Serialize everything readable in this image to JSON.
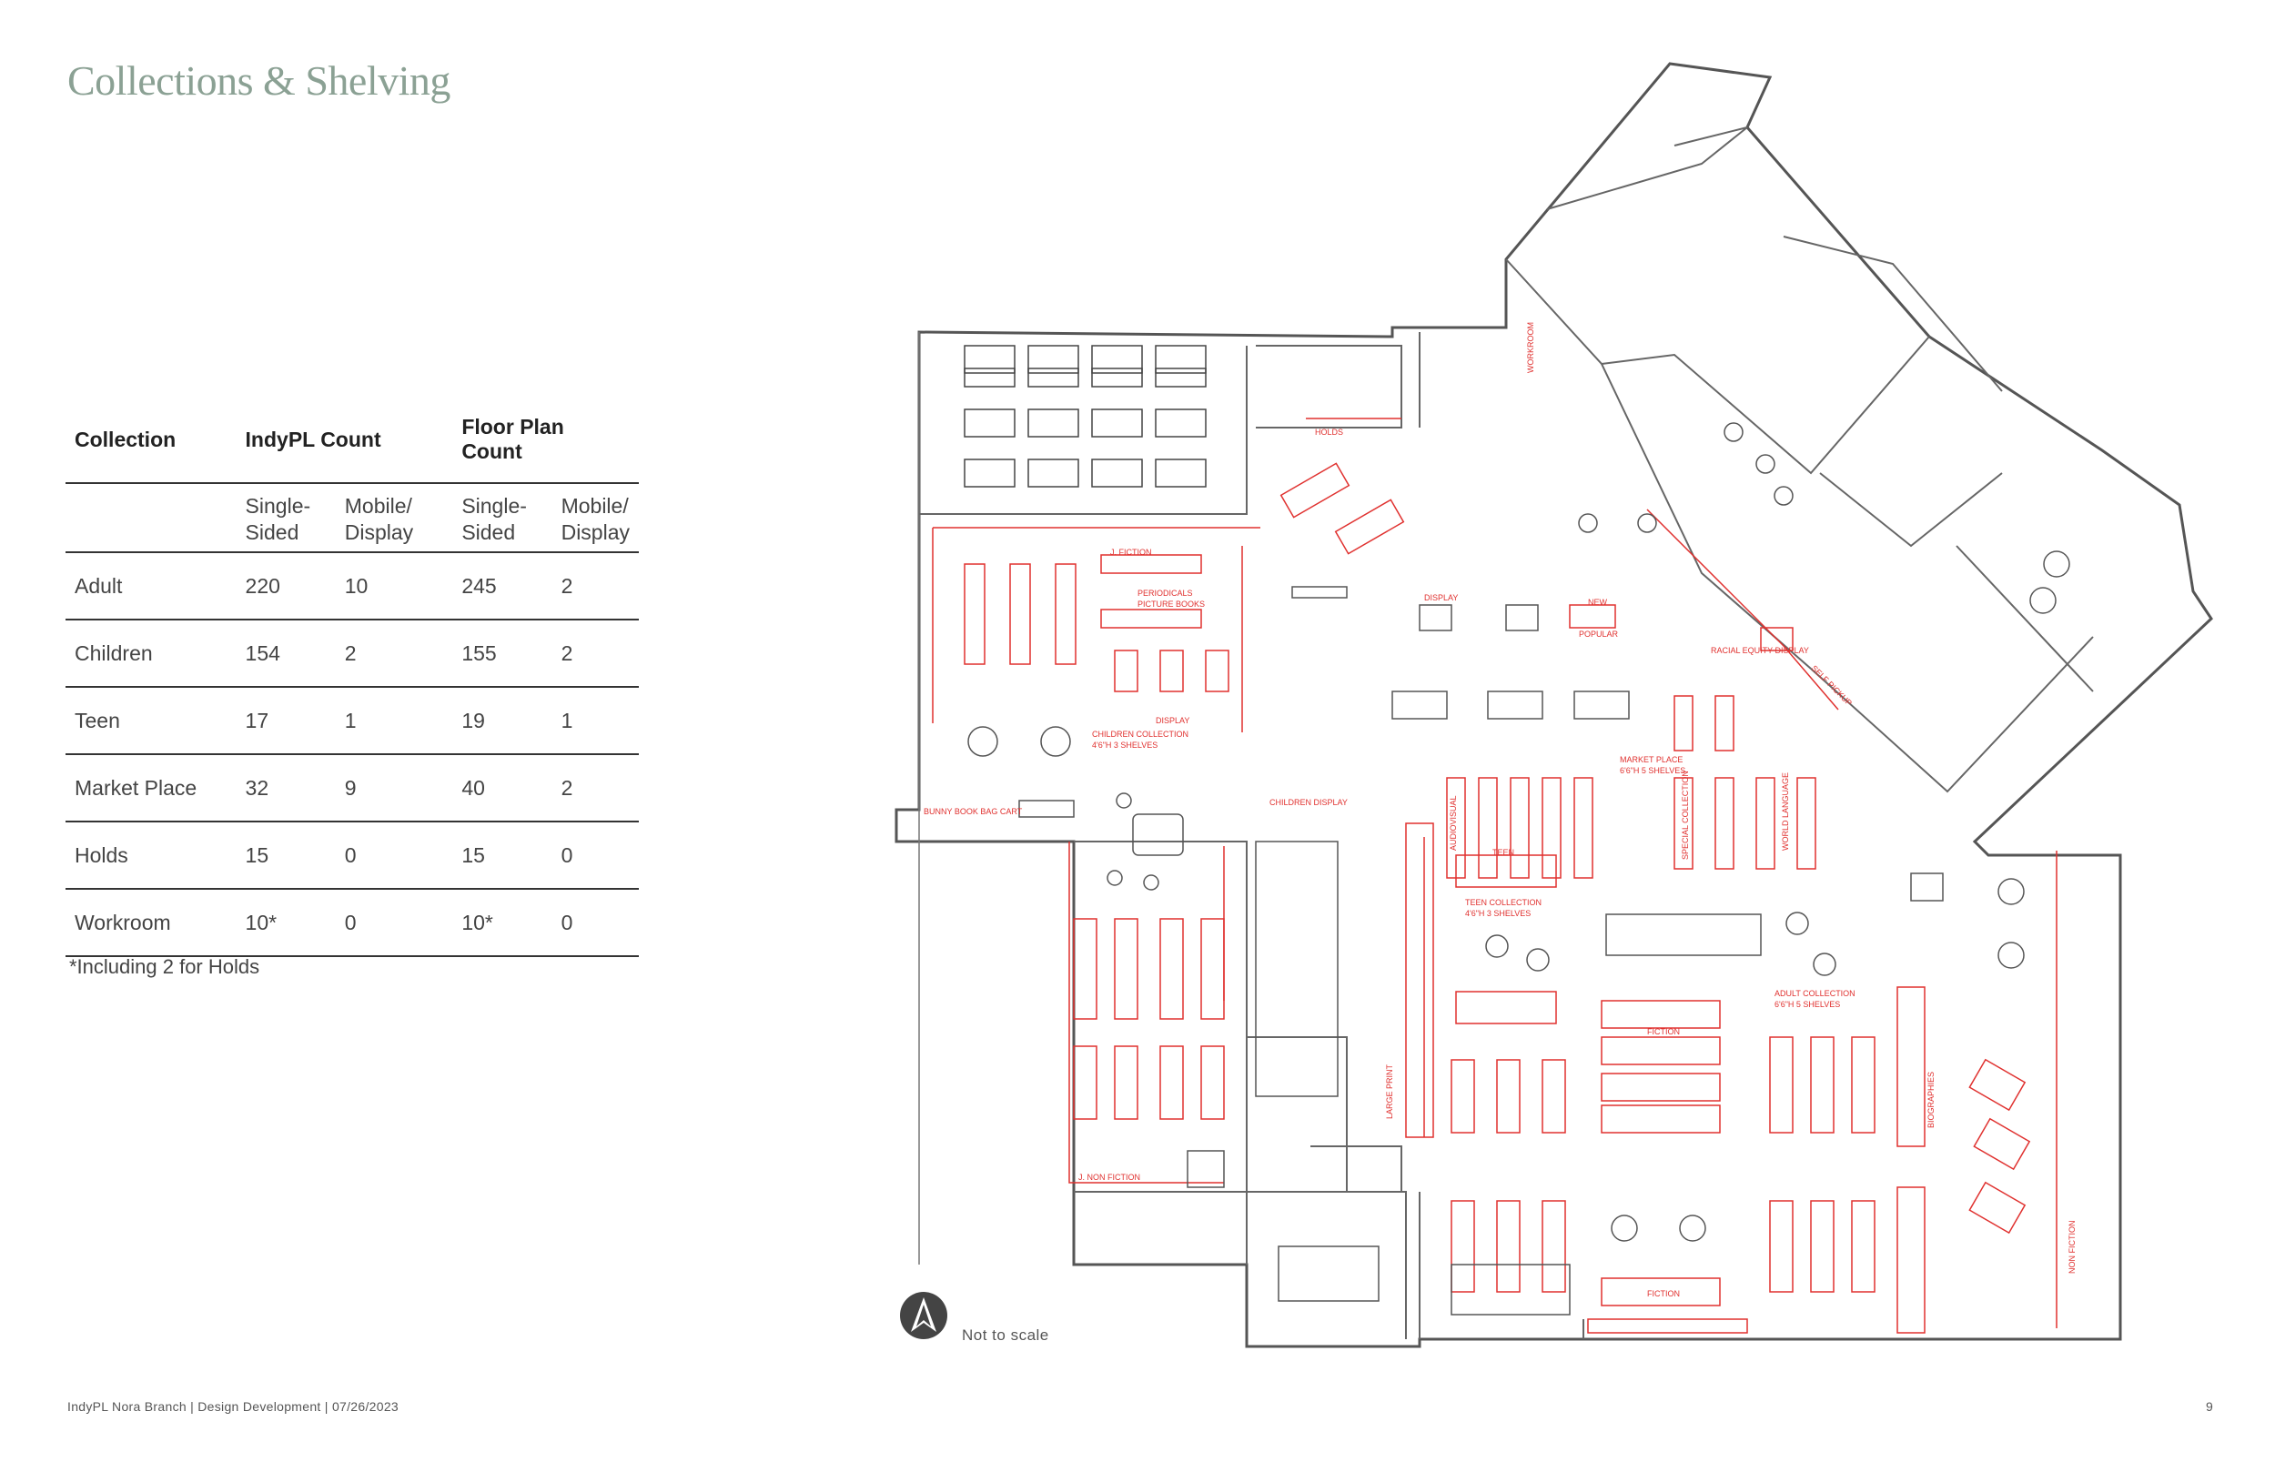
{
  "page": {
    "title": "Collections & Shelving",
    "footer": "IndyPL Nora Branch  |  Design Development  |  07/26/2023",
    "page_number": "9"
  },
  "table": {
    "headers": {
      "collection": "Collection",
      "indypl": "IndyPL Count",
      "floorplan": "Floor Plan Count"
    },
    "subheaders": {
      "single": "Single-\nSided",
      "mobile": "Mobile/\nDisplay"
    },
    "rows": [
      {
        "name": "Adult",
        "indy_single": "220",
        "indy_mobile": "10",
        "floor_single": "245",
        "floor_mobile": "2"
      },
      {
        "name": "Children",
        "indy_single": "154",
        "indy_mobile": "2",
        "floor_single": "155",
        "floor_mobile": "2"
      },
      {
        "name": "Teen",
        "indy_single": "17",
        "indy_mobile": "1",
        "floor_single": "19",
        "floor_mobile": "1"
      },
      {
        "name": "Market Place",
        "indy_single": "32",
        "indy_mobile": "9",
        "floor_single": "40",
        "floor_mobile": "2"
      },
      {
        "name": "Holds",
        "indy_single": "15",
        "indy_mobile": "0",
        "floor_single": "15",
        "floor_mobile": "0"
      },
      {
        "name": "Workroom",
        "indy_single": "10*",
        "indy_mobile": "0",
        "floor_single": "10*",
        "floor_mobile": "0"
      }
    ],
    "footnote": "*Including 2 for Holds"
  },
  "plan": {
    "scale_note": "Not to scale",
    "labels": {
      "j_fiction": "J. FICTION",
      "j_non_fiction": "J. NON FICTION",
      "periodicals": "PERIODICALS",
      "picture_books": "PICTURE BOOKS",
      "display": "DISPLAY",
      "new": "NEW",
      "popular": "POPULAR",
      "holds": "HOLDS",
      "children_collection": "CHILDREN COLLECTION",
      "children_shelves": "4'6\"H 3 SHELVES",
      "children_display": "CHILDREN DISPLAY",
      "bunny_cart": "BUNNY BOOK BAG CART",
      "teen": "TEEN",
      "teen_collection": "TEEN COLLECTION",
      "teen_shelves": "4'6\"H 3 SHELVES",
      "market_place": "MARKET PLACE",
      "market_shelves": "6'6\"H 5 SHELVES",
      "racial_equity": "RACIAL EQUITY DISPLAY",
      "adult_collection": "ADULT COLLECTION",
      "adult_shelves": "6'6\"H 5 SHELVES",
      "fiction": "FICTION",
      "non_fiction": "NON FICTION",
      "large_print": "LARGE PRINT",
      "biographies": "BIOGRAPHIES",
      "world_language": "WORLD LANGUAGE",
      "special_collection": "SPECIAL COLLECTION",
      "self_pickup": "SELF PICKUP",
      "audiovisual": "AUDIOVISUAL",
      "workroom": "WORKROOM"
    }
  }
}
